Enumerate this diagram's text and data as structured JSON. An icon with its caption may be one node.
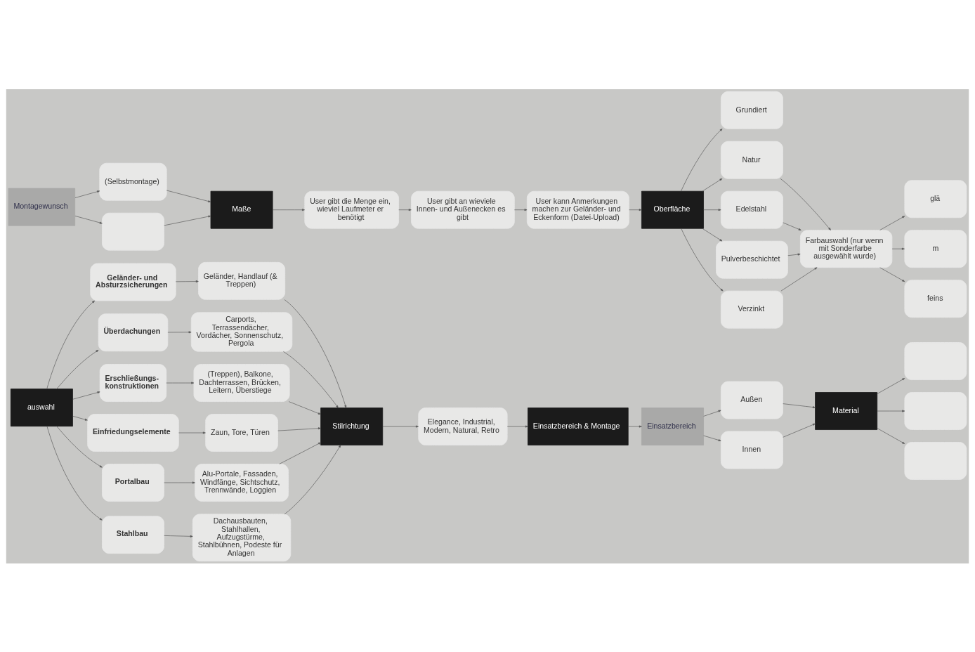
{
  "diagram": {
    "nodes": [
      {
        "text": [
          "auswahl"
        ]
      },
      {
        "text": [
          "Geländer- und Absturzsicherungen"
        ]
      },
      {
        "text": [
          "Geländer, Handlauf (& Treppen)"
        ]
      },
      {
        "text": [
          "Überdachungen"
        ]
      },
      {
        "text": [
          "Carports, Terrassendächer, Vordächer, Sonnenschutz, Pergola"
        ]
      },
      {
        "text": [
          "Erschließungs- konstruktionen"
        ]
      },
      {
        "text": [
          "(Treppen), Balkone, Dachterrassen, Brücken, Leitern, Überstiege"
        ]
      },
      {
        "text": [
          "Einfriedungselemente"
        ]
      },
      {
        "text": [
          "Zaun, Tore, Türen"
        ]
      },
      {
        "text": [
          "Portalbau"
        ]
      },
      {
        "text": [
          "Alu-Portale, Fassaden, Windfänge, Sichtschutz, Trennwände, Loggien"
        ]
      },
      {
        "text": [
          "Stahlbau"
        ]
      },
      {
        "text": [
          "Dachausbauten, Stahlhallen, Aufzugstürme, Stahlbühnen, Podeste für Anlagen"
        ]
      },
      {
        "text": [
          "Stilrichtung"
        ]
      },
      {
        "text": [
          "Elegance, Industrial, Modern, Natural, Retro"
        ]
      },
      {
        "text": [
          "Einsatzbereich & Montage"
        ]
      },
      {
        "text": [
          "Einsatzbereich"
        ]
      },
      {
        "text": [
          "Außen"
        ]
      },
      {
        "text": [
          "Innen"
        ]
      },
      {
        "text": [
          "Material"
        ]
      },
      {
        "text": [],
        "shape": "box"
      },
      {
        "text": [],
        "shape": "box"
      },
      {
        "text": [],
        "shape": "box"
      },
      {
        "text": [
          "Montagewunsch"
        ]
      },
      {
        "text": [
          "(Selbstmontage)"
        ]
      },
      {
        "text": [],
        "shape": "box"
      },
      {
        "text": [
          "Maße"
        ]
      },
      {
        "text": [
          "User gibt die Menge ein, wieviel Laufmeter er benötigt"
        ]
      },
      {
        "text": [
          "User gibt an wieviele Innen- und Außenecken es gibt"
        ]
      },
      {
        "text": [
          "User kann Anmerkungen machen zur Geländer- und Eckenform (Datei-Upload)"
        ]
      },
      {
        "text": [
          "Oberfläche"
        ]
      },
      {
        "text": [
          "Grundiert"
        ]
      },
      {
        "text": [
          "Natur"
        ]
      },
      {
        "text": [
          "Edelstahl"
        ]
      },
      {
        "text": [
          "Pulverbeschichtet"
        ]
      },
      {
        "text": [
          "Verzinkt"
        ]
      },
      {
        "text": [
          "Farbauswahl (nur wenn mit Sonderfarbe ausgewählt wurde)"
        ]
      },
      {
        "text": [
          "glä"
        ]
      },
      {
        "text": [
          "m"
        ]
      },
      {
        "text": [
          "feins"
        ]
      }
    ],
    "edges": [
      {
        "from": 0,
        "to": 1,
        "arrow": "to"
      },
      {
        "from": 0,
        "to": 3,
        "arrow": "to"
      },
      {
        "from": 0,
        "to": 5,
        "arrow": "to"
      },
      {
        "from": 0,
        "to": 7,
        "arrow": "to"
      },
      {
        "from": 0,
        "to": 9,
        "arrow": "to"
      },
      {
        "from": 0,
        "to": 11,
        "arrow": "to"
      },
      {
        "from": 1,
        "to": 2,
        "arrow": "to"
      },
      {
        "from": 3,
        "to": 4,
        "arrow": "to"
      },
      {
        "from": 5,
        "to": 6,
        "arrow": "to"
      },
      {
        "from": 7,
        "to": 8,
        "arrow": "to"
      },
      {
        "from": 9,
        "to": 10,
        "arrow": "to"
      },
      {
        "from": 11,
        "to": 12,
        "arrow": "to"
      },
      {
        "from": 2,
        "to": 13,
        "arrow": "to"
      },
      {
        "from": 4,
        "to": 13,
        "arrow": "to"
      },
      {
        "from": 6,
        "to": 13,
        "arrow": "to"
      },
      {
        "from": 8,
        "to": 13,
        "arrow": "to"
      },
      {
        "from": 10,
        "to": 13,
        "arrow": "to"
      },
      {
        "from": 12,
        "to": 13,
        "arrow": "to"
      },
      {
        "from": 13,
        "to": 14,
        "arrow": "to"
      },
      {
        "from": 14,
        "to": 15,
        "arrow": "to"
      },
      {
        "from": 15,
        "to": 16,
        "arrow": "to"
      },
      {
        "from": 16,
        "to": 17,
        "arrow": "to"
      },
      {
        "from": 16,
        "to": 18,
        "arrow": "to"
      },
      {
        "from": 17,
        "to": 19,
        "arrow": "to"
      },
      {
        "from": 18,
        "to": 19,
        "arrow": "to"
      },
      {
        "from": 19,
        "to": 20,
        "arrow": "to"
      },
      {
        "from": 19,
        "to": 21,
        "arrow": "to"
      },
      {
        "from": 19,
        "to": 22,
        "arrow": "to"
      },
      {
        "from": 23,
        "to": 24,
        "arrow": "to"
      },
      {
        "from": 23,
        "to": 25,
        "arrow": "to"
      },
      {
        "from": 24,
        "to": 26,
        "arrow": "to"
      },
      {
        "from": 25,
        "to": 26,
        "arrow": "to"
      },
      {
        "from": 26,
        "to": 27,
        "arrow": "to"
      },
      {
        "from": 27,
        "to": 28,
        "arrow": "to"
      },
      {
        "from": 28,
        "to": 29,
        "arrow": "to"
      },
      {
        "from": 29,
        "to": 30,
        "arrow": "to"
      },
      {
        "from": 30,
        "to": 31,
        "arrow": "to"
      },
      {
        "from": 30,
        "to": 32,
        "arrow": "to"
      },
      {
        "from": 30,
        "to": 33,
        "arrow": "to"
      },
      {
        "from": 30,
        "to": 34,
        "arrow": "to"
      },
      {
        "from": 30,
        "to": 35,
        "arrow": "to"
      },
      {
        "from": 32,
        "to": 36,
        "arrow": "to"
      },
      {
        "from": 33,
        "to": 36,
        "arrow": "to"
      },
      {
        "from": 34,
        "to": 36,
        "arrow": "to"
      },
      {
        "from": 35,
        "to": 36,
        "arrow": "to"
      },
      {
        "from": 36,
        "to": 37,
        "arrow": "to"
      },
      {
        "from": 36,
        "to": 38,
        "arrow": "to"
      },
      {
        "from": 36,
        "to": 39,
        "arrow": "to"
      }
    ]
  }
}
